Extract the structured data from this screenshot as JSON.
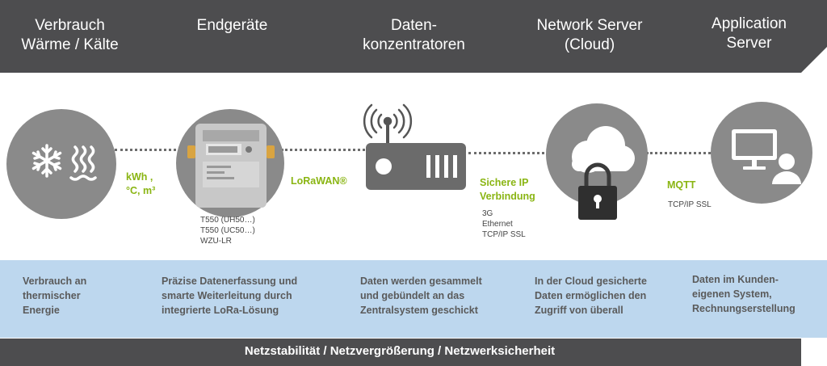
{
  "header": {
    "columns": [
      {
        "title": "Verbrauch\nWärme / Kälte"
      },
      {
        "title": "Endgeräte"
      },
      {
        "title": "Daten-\nkonzentratoren"
      },
      {
        "title": "Network Server\n(Cloud)"
      },
      {
        "title": "Application\nServer"
      }
    ]
  },
  "links": [
    {
      "label": "kWh ,\n°C, m³",
      "details": ""
    },
    {
      "label": "LoRaWAN®",
      "details": ""
    },
    {
      "label": "Sichere IP\nVerbindung",
      "details": "3G\nEthernet\nTCP/IP SSL"
    },
    {
      "label": "MQTT",
      "details": "TCP/IP SSL"
    }
  ],
  "devices": {
    "models": "T550 (UH50…)\nT550 (UC50…)\nWZU-LR"
  },
  "descriptions": [
    "Verbrauch an\nthermischer\nEnergie",
    "Präzise Datenerfassung und\nsmarte Weiterleitung durch\nintegrierte LoRa-Lösung",
    "Daten werden gesammelt\nund gebündelt an das\nZentralsystem geschickt",
    "In der Cloud gesicherte\nDaten ermöglichen den\nZugriff von überall",
    "Daten im Kunden-\neigenen System,\nRechnungserstellung"
  ],
  "footer": {
    "text": "Netzstabilität / Netzvergrößerung / Netzwerksicherheit"
  },
  "colors": {
    "header_bg": "#4d4d4f",
    "circle": "#8a8a8a",
    "accent_green": "#8ab513",
    "description_bg": "#bdd7ee"
  },
  "icons": [
    "snowflake-icon",
    "heat-waves-icon",
    "heat-meter-icon",
    "antenna-signal-icon",
    "router-icon",
    "cloud-icon",
    "padlock-icon",
    "computer-monitor-icon",
    "user-icon"
  ]
}
